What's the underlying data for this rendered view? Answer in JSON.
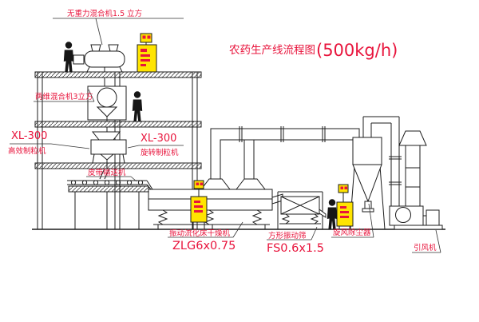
{
  "title": {
    "main": "农药生产线流程图",
    "capacity": "(500kg/h)"
  },
  "labels": {
    "top_mixer": "无重力混合机1.5 立方",
    "mixer_2": "两维混合机3立方",
    "granulator_left_model": "XL-300",
    "granulator_left_name": "高效制粒机",
    "granulator_mid_model": "XL-300",
    "granulator_mid_name": "旋转制粒机",
    "belt_conveyor": "皮带输送机",
    "dryer_name": "振动流化床干燥机",
    "dryer_model": "ZLG6x0.75",
    "sieve_name": "方形振动筛",
    "sieve_model": "FS0.6x1.5",
    "cyclone_name": "旋风除尘器",
    "fan_name": "引风机"
  },
  "colors": {
    "label-red": "#e8143c",
    "cabinet-yellow": "#ffe400",
    "line-black": "#1c1c1c"
  }
}
